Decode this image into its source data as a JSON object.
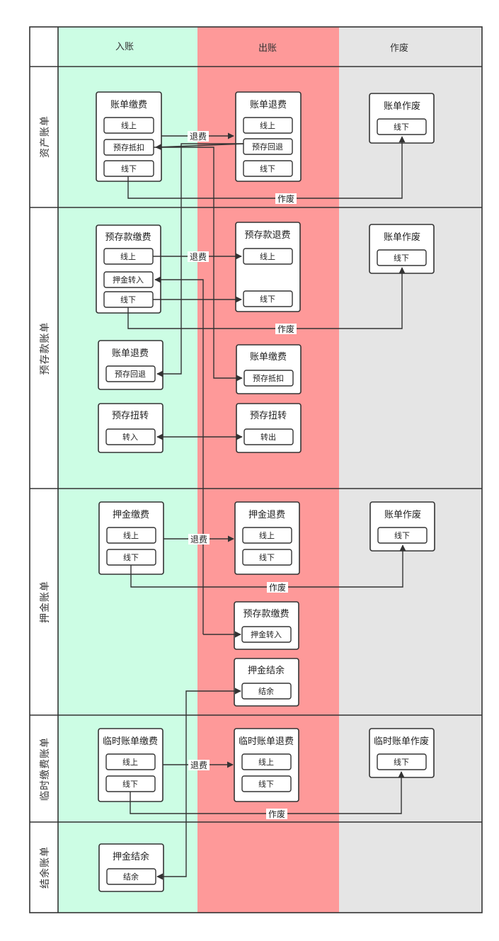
{
  "columns": [
    {
      "label": "入账",
      "color": "#ccfde4"
    },
    {
      "label": "出账",
      "color": "#fe9999"
    },
    {
      "label": "作废",
      "color": "#e5e5e5"
    }
  ],
  "rows": [
    {
      "label": "资产账单"
    },
    {
      "label": "预存款账单"
    },
    {
      "label": "押金账单"
    },
    {
      "label": "临时缴费账单"
    },
    {
      "label": "结余账单"
    }
  ],
  "boxes": {
    "asset_pay": {
      "title": "账单缴费",
      "items": [
        "线上",
        "预存抵扣",
        "线下"
      ]
    },
    "asset_refund": {
      "title": "账单退费",
      "items": [
        "线上",
        "预存回退",
        "线下"
      ]
    },
    "asset_void": {
      "title": "账单作废",
      "items": [
        "线下"
      ]
    },
    "prestore_pay": {
      "title": "预存款缴费",
      "items": [
        "线上",
        "押金转入",
        "线下"
      ]
    },
    "prestore_refund": {
      "title": "预存款退费",
      "items": [
        "线上",
        "线下"
      ]
    },
    "prestore_void": {
      "title": "账单作废",
      "items": [
        "线下"
      ]
    },
    "prestore_billrefund": {
      "title": "账单退费",
      "items": [
        "预存回退"
      ]
    },
    "prestore_billpay": {
      "title": "账单缴费",
      "items": [
        "预存抵扣"
      ]
    },
    "prestore_transfer_in": {
      "title": "预存扭转",
      "items": [
        "转入"
      ]
    },
    "prestore_transfer_out": {
      "title": "预存扭转",
      "items": [
        "转出"
      ]
    },
    "deposit_pay": {
      "title": "押金缴费",
      "items": [
        "线上",
        "线下"
      ]
    },
    "deposit_refund": {
      "title": "押金退费",
      "items": [
        "线上",
        "线下"
      ]
    },
    "deposit_void": {
      "title": "账单作废",
      "items": [
        "线下"
      ]
    },
    "deposit_prestore": {
      "title": "预存款缴费",
      "items": [
        "押金转入"
      ]
    },
    "deposit_balance": {
      "title": "押金结余",
      "items": [
        "结余"
      ]
    },
    "temp_pay": {
      "title": "临时账单缴费",
      "items": [
        "线上",
        "线下"
      ]
    },
    "temp_refund": {
      "title": "临时账单退费",
      "items": [
        "线上",
        "线下"
      ]
    },
    "temp_void": {
      "title": "临时账单作废",
      "items": [
        "线下"
      ]
    },
    "balance_deposit": {
      "title": "押金结余",
      "items": [
        "结余"
      ]
    }
  },
  "edge_labels": {
    "refund": "退费",
    "void": "作废"
  }
}
